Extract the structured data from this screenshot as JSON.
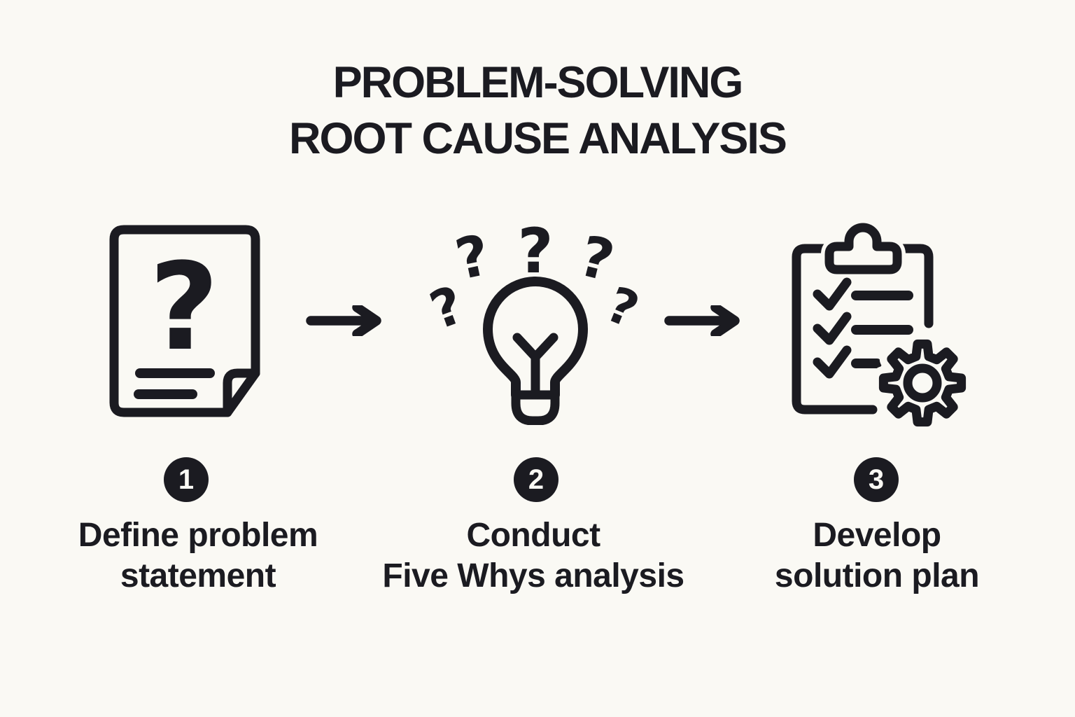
{
  "colors": {
    "background": "#FAF9F4",
    "ink": "#1B1B21"
  },
  "title": {
    "line1": "PROBLEM-SOLVING",
    "line2": "ROOT CAUSE ANALYSIS"
  },
  "steps": [
    {
      "number": "1",
      "icon": "document-question-icon",
      "label_line1": "Define problem",
      "label_line2": "statement"
    },
    {
      "number": "2",
      "icon": "lightbulb-questions-icon",
      "label_line1": "Conduct",
      "label_line2": "Five Whys analysis"
    },
    {
      "number": "3",
      "icon": "clipboard-gear-icon",
      "label_line1": "Develop",
      "label_line2": "solution plan"
    }
  ],
  "connectors": {
    "type": "right-arrow-icon",
    "count": 2
  },
  "glyphs": {
    "question_mark": "?"
  }
}
